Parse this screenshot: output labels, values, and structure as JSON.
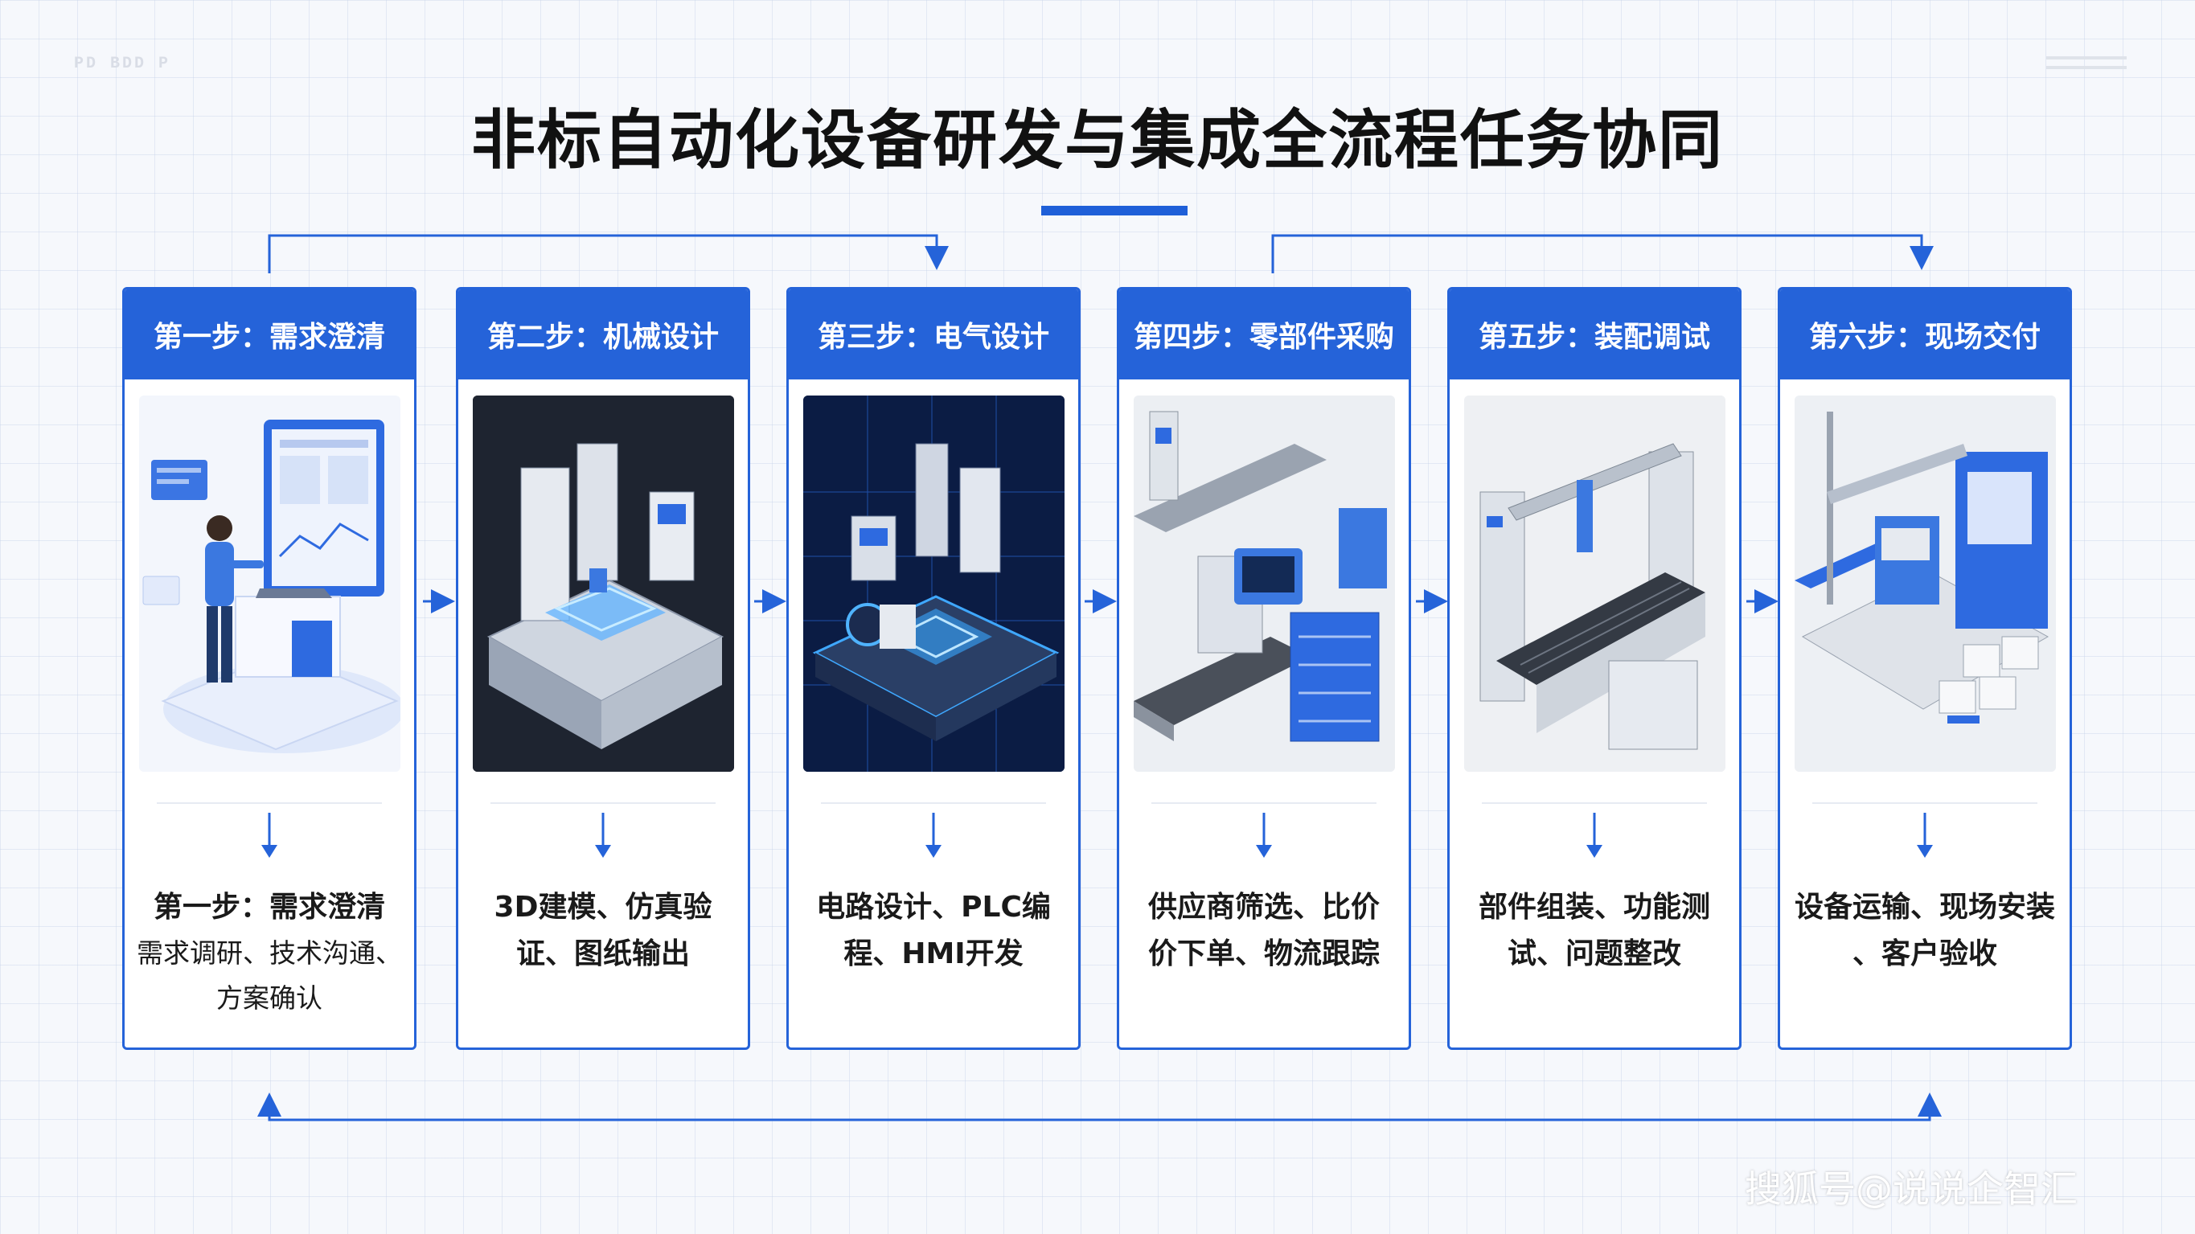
{
  "title": "非标自动化设备研发与集成全流程任务协同",
  "logo_text": "PD BDD P",
  "watermark": "搜狐号@说说企智汇",
  "colors": {
    "accent": "#2563d9",
    "title": "#111111",
    "text": "#1a1a1a"
  },
  "steps": [
    {
      "header": "第一步：需求澄清",
      "desc_title": "第一步：需求澄清",
      "desc_lines": [
        "需求调研、技术沟通、",
        "方案确认"
      ],
      "image": "engineer-workstation"
    },
    {
      "header": "第二步：机械设计",
      "desc_lines": [
        "3D建模、仿真验",
        "证、图纸输出"
      ],
      "image": "mechanical-3d-model"
    },
    {
      "header": "第三步：电气设计",
      "desc_lines": [
        "电路设计、PLC编",
        "程、HMI开发"
      ],
      "image": "electrical-circuit-platform"
    },
    {
      "header": "第四步：零部件采购",
      "desc_lines": [
        "供应商筛选、比价",
        "价下单、物流跟踪"
      ],
      "image": "parts-conveyor-cabinet"
    },
    {
      "header": "第五步：装配调试",
      "desc_lines": [
        "部件组装、功能测",
        "试、问题整改"
      ],
      "image": "assembly-gantry-line"
    },
    {
      "header": "第六步：现场交付",
      "desc_lines": [
        "设备运输、现场安装",
        "、客户验收"
      ],
      "image": "site-delivery-boxes"
    }
  ]
}
